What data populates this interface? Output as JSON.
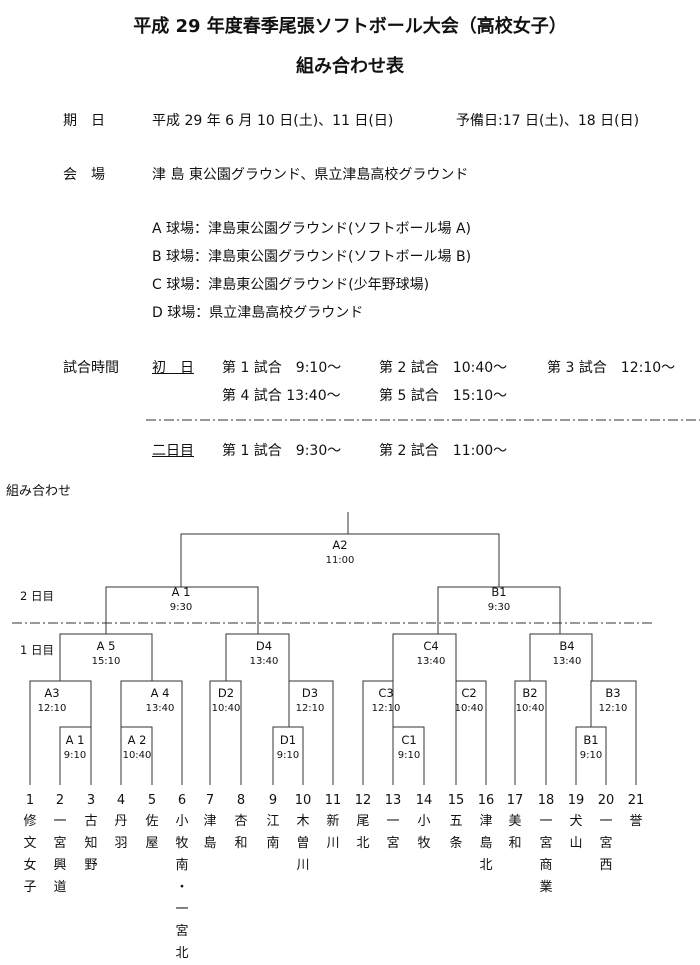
{
  "title": "平成 29 年度春季尾張ソフトボール大会（高校女子）",
  "subtitle": "組み合わせ表",
  "date": {
    "label": "期　日",
    "value": "平成 29 年 6 月 10 日(土)、11 日(日)",
    "reserve": "予備日:17 日(土)、18 日(日)"
  },
  "venue": {
    "label": "会　場",
    "value": "津 島 東公園グラウンド、県立津島高校グラウンド",
    "fields": [
      "A 球場：津島東公園グラウンド(ソフトボール場 A)",
      "B 球場：津島東公園グラウンド(ソフトボール場 B)",
      "C 球場：津島東公園グラウンド(少年野球場)",
      "D 球場：県立津島高校グラウンド"
    ]
  },
  "times": {
    "label": "試合時間",
    "day1_label": "初　日",
    "day1": [
      "第 1 試合　9:10～",
      "第 2 試合　10:40～",
      "第 3 試合　12:10～",
      "第 4 試合 13:40～",
      "第 5 試合　15:10～"
    ],
    "day2_label": "二日目",
    "day2": [
      "第 1 試合　9:30～",
      "第 2 試合　11:00～"
    ]
  },
  "bracket": {
    "section_label": "組み合わせ",
    "day1_label": "1 日目",
    "day2_label": "2 日目",
    "games": [
      {
        "id": "A2",
        "time": "11:00"
      },
      {
        "id": "A 1",
        "time": "9:30"
      },
      {
        "id": "B1",
        "time": "9:30"
      },
      {
        "id": "A 5",
        "time": "15:10"
      },
      {
        "id": "D4",
        "time": "13:40"
      },
      {
        "id": "C4",
        "time": "13:40"
      },
      {
        "id": "B4",
        "time": "13:40"
      },
      {
        "id": "A3",
        "time": "12:10"
      },
      {
        "id": "A 4",
        "time": "13:40"
      },
      {
        "id": "D2",
        "time": "10:40"
      },
      {
        "id": "D3",
        "time": "12:10"
      },
      {
        "id": "C3",
        "time": "12:10"
      },
      {
        "id": "C2",
        "time": "10:40"
      },
      {
        "id": "B2",
        "time": "10:40"
      },
      {
        "id": "B3",
        "time": "12:10"
      },
      {
        "id": "A 1",
        "time": "9:10"
      },
      {
        "id": "A 2",
        "time": "10:40"
      },
      {
        "id": "D1",
        "time": "9:10"
      },
      {
        "id": "C1",
        "time": "9:10"
      },
      {
        "id": "B1",
        "time": "9:10"
      }
    ],
    "teams": [
      {
        "no": "1",
        "name": "修文女子"
      },
      {
        "no": "2",
        "name": "一宮興道"
      },
      {
        "no": "3",
        "name": "古知野"
      },
      {
        "no": "4",
        "name": "丹羽"
      },
      {
        "no": "5",
        "name": "佐屋"
      },
      {
        "no": "6",
        "name": "小牧南・一宮北"
      },
      {
        "no": "7",
        "name": "津島"
      },
      {
        "no": "8",
        "name": "杏和"
      },
      {
        "no": "9",
        "name": "江南"
      },
      {
        "no": "10",
        "name": "木曽川"
      },
      {
        "no": "11",
        "name": "新川"
      },
      {
        "no": "12",
        "name": "尾北"
      },
      {
        "no": "13",
        "name": "一宮"
      },
      {
        "no": "14",
        "name": "小牧"
      },
      {
        "no": "15",
        "name": "五条"
      },
      {
        "no": "16",
        "name": "津島北"
      },
      {
        "no": "17",
        "name": "美和"
      },
      {
        "no": "18",
        "name": "一宮商業"
      },
      {
        "no": "19",
        "name": "犬山"
      },
      {
        "no": "20",
        "name": "一宮西"
      },
      {
        "no": "21",
        "name": "誉"
      }
    ]
  }
}
